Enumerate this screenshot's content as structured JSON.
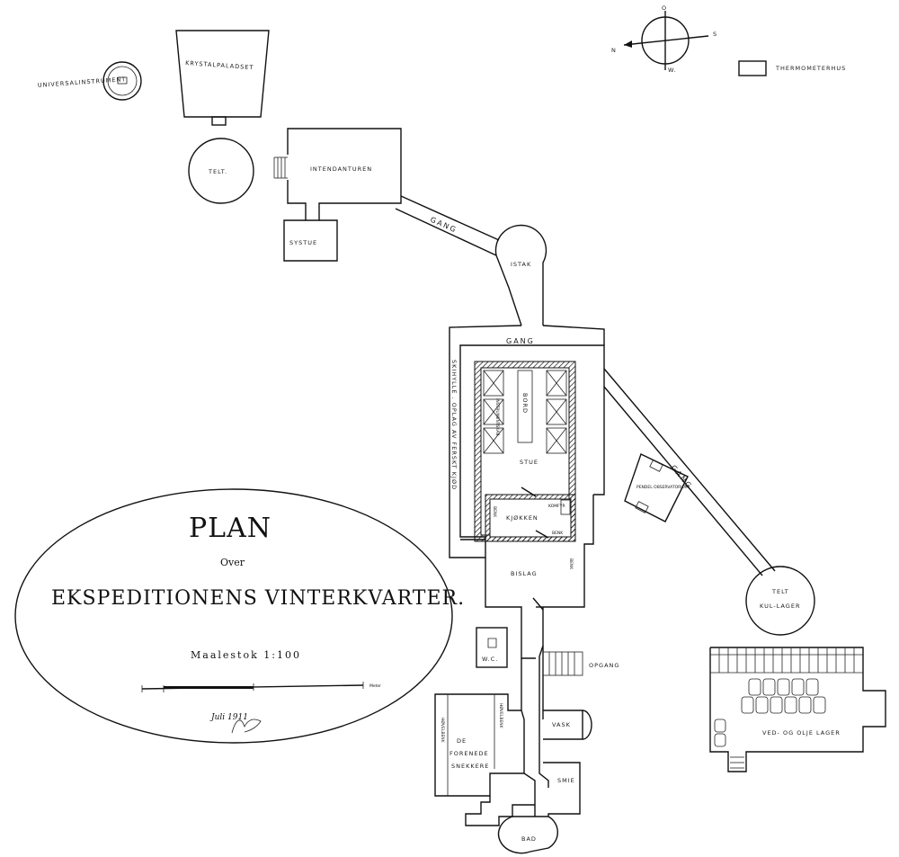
{
  "title": {
    "plan": "PLAN",
    "over": "Over",
    "main": "EKSPEDITIONENS VINTERKVARTER.",
    "scale": "Maalestok 1:100",
    "scale_unit": "Meter",
    "date": "Juli 1911"
  },
  "legend": {
    "thermometerhus": "THERMOMETERHUS"
  },
  "compass": {
    "north": "N",
    "south": "S",
    "east": "O",
    "west": "W."
  },
  "rooms": {
    "universalinstrument": "UNIVERSALINSTRUMENT",
    "krystalpaladset": "KRYSTALPALADSET",
    "telt_top": "TELT.",
    "intendanturen": "INTENDANTUREN",
    "systue": "SYSTUE",
    "gang_top": "GANG",
    "istak": "ISTAK",
    "gang_main": "GANG",
    "skihylle": "SKIHYLLE . OPLAG AV FERSKT KJØD",
    "bord": "BORD",
    "stue": "STUE",
    "instrumentskab": "INSTRUMENTSKAB",
    "kjokken": "KJØKKEN",
    "komfyr": "KOMFYR",
    "benk_kitchen": "BENK",
    "benk_left": "BENK",
    "bislag": "BISLAG",
    "benk_bislag": "BENK",
    "gang_right": "GANG",
    "pendelobservatorium": "PENDEL OBSERVATORIUM",
    "telt_kul": "TELT",
    "kul_lager": "KUL-LAGER",
    "wc": "W.C.",
    "opgang": "OPGANG",
    "hovelbenk_1": "HØVELBENK",
    "hovelbenk_2": "HØVELBENK",
    "de_forenede": "DE FORENEDE SNEKKERE",
    "vask": "VASK",
    "smie": "SMIE",
    "bad": "BAD",
    "ved_olje_lager": "VED- OG OLJE LAGER"
  }
}
